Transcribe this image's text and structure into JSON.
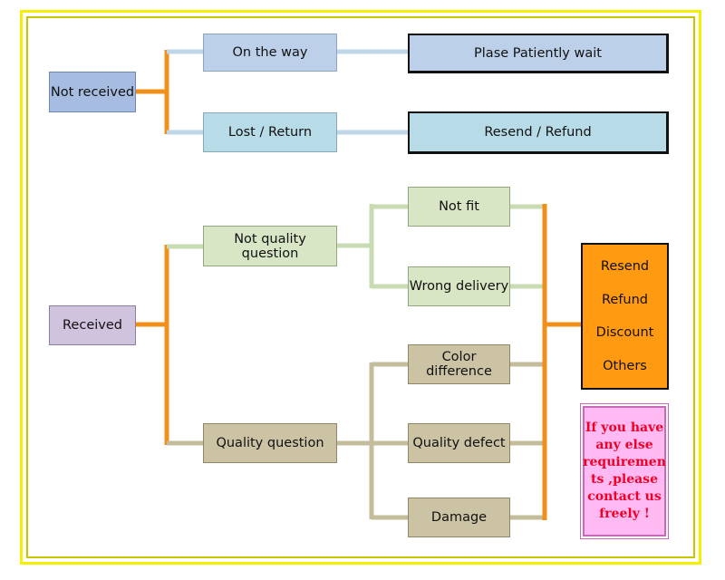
{
  "nodes": {
    "not_received": "Not received",
    "on_the_way": "On the way",
    "lost_return": "Lost / Return",
    "please_wait": "Plase Patiently wait",
    "resend_refund": "Resend / Refund",
    "received": "Received",
    "not_quality": "Not quality question",
    "quality": "Quality question",
    "not_fit": "Not fit",
    "wrong_delivery": "Wrong delivery",
    "color_difference": "Color difference",
    "quality_defect": "Quality defect",
    "damage": "Damage"
  },
  "outcomes": [
    "Resend",
    "Refund",
    "Discount",
    "Others"
  ],
  "note": "If you have any else requiremen ts ,please contact us freely !",
  "colors": {
    "frame": "#f5f000",
    "orange_connector": "#f0901a",
    "light_connector": "#bfd6e8",
    "green_connector": "#c9dbb2",
    "tan_connector": "#c4bd9c",
    "note_text": "#f00026"
  }
}
